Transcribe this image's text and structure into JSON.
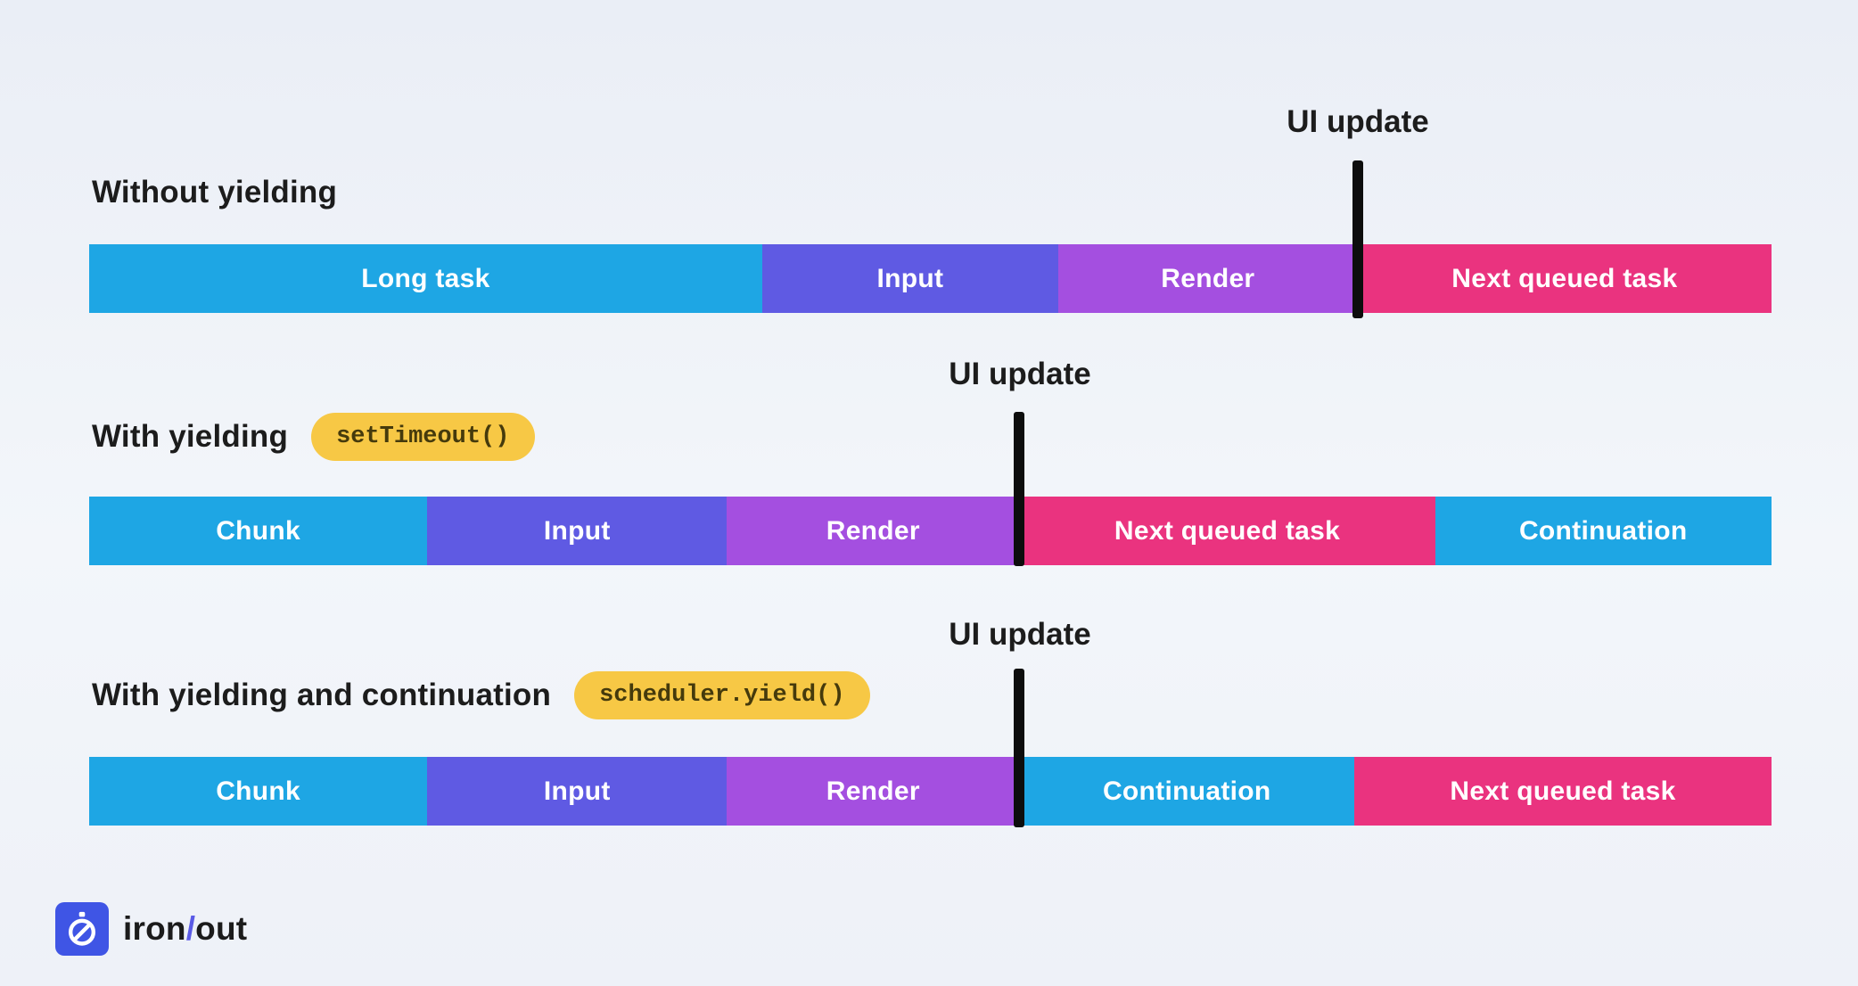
{
  "colors": {
    "background_top": "#eaeef6",
    "background_mid": "#f3f6fa",
    "background_bottom": "#eef1f8",
    "blue": "#1ea6e4",
    "indigo": "#5f5ae3",
    "violet": "#a44fe0",
    "pink": "#ea337f",
    "yellow": "#f7c845",
    "marker": "#0d0d0d",
    "title_text": "#1c1c1c",
    "bar_text": "#ffffff",
    "pill_text": "#453a0c",
    "logo_square": "#3f55e5",
    "logo_slash": "#5b5be6",
    "logo_text": "#1b1b1b"
  },
  "rows": [
    {
      "title": "Without yielding",
      "ui_update_label": "UI update",
      "segments": [
        {
          "label": "Long task",
          "color_key": "blue",
          "width_pct": 40.0
        },
        {
          "label": "Input",
          "color_key": "indigo",
          "width_pct": 17.6
        },
        {
          "label": "Render",
          "color_key": "violet",
          "width_pct": 17.8
        },
        {
          "label": "Next queued task",
          "color_key": "pink",
          "width_pct": 24.6
        }
      ]
    },
    {
      "title": "With yielding",
      "badge": "setTimeout()",
      "ui_update_label": "UI update",
      "segments": [
        {
          "label": "Chunk",
          "color_key": "blue",
          "width_pct": 20.1
        },
        {
          "label": "Input",
          "color_key": "indigo",
          "width_pct": 17.8
        },
        {
          "label": "Render",
          "color_key": "violet",
          "width_pct": 17.4
        },
        {
          "label": "Next queued task",
          "color_key": "pink",
          "width_pct": 24.7
        },
        {
          "label": "Continuation",
          "color_key": "blue",
          "width_pct": 20.0
        }
      ]
    },
    {
      "title": "With yielding and continuation",
      "badge": "scheduler.yield()",
      "ui_update_label": "UI update",
      "segments": [
        {
          "label": "Chunk",
          "color_key": "blue",
          "width_pct": 20.1
        },
        {
          "label": "Input",
          "color_key": "indigo",
          "width_pct": 17.8
        },
        {
          "label": "Render",
          "color_key": "violet",
          "width_pct": 17.4
        },
        {
          "label": "Continuation",
          "color_key": "blue",
          "width_pct": 19.9
        },
        {
          "label": "Next queued task",
          "color_key": "pink",
          "width_pct": 24.8
        }
      ]
    }
  ],
  "logo": {
    "name_left": "iron",
    "slash": "/",
    "name_right": "out"
  }
}
